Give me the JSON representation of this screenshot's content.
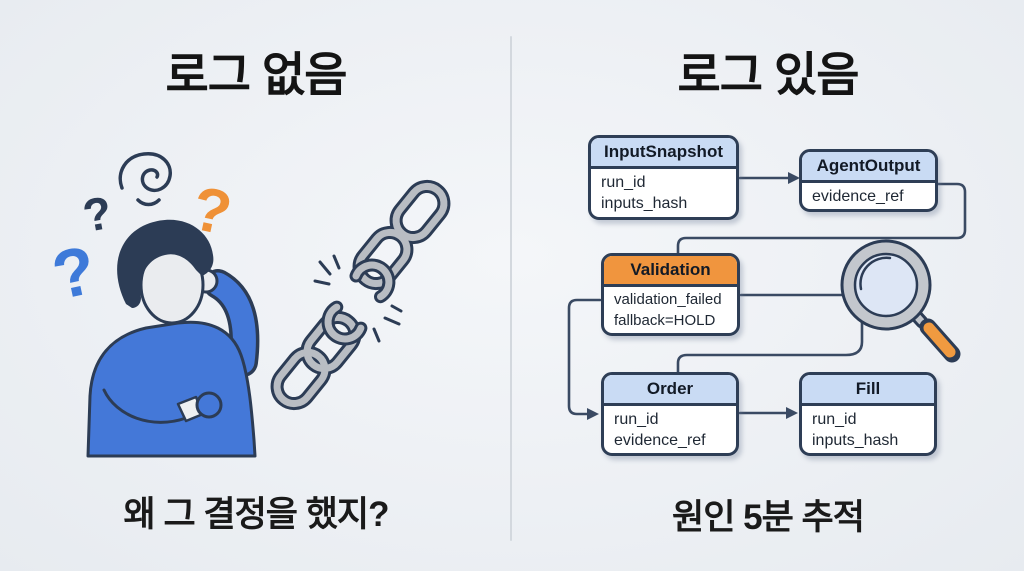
{
  "left_panel": {
    "title": "로그 없음",
    "caption": "왜 그 결정을 했지?",
    "illustrations": [
      "question-mark-navy",
      "question-mark-blue",
      "question-mark-orange",
      "confusion-spiral",
      "thinking-person",
      "broken-chain"
    ],
    "question_mark_glyph": "?"
  },
  "right_panel": {
    "title": "로그 있음",
    "caption": "원인 5분 추적",
    "illustrations": [
      "magnifying-glass"
    ],
    "boxes": [
      {
        "title": "InputSnapshot",
        "fields": [
          "run_id",
          "inputs_hash"
        ],
        "header_style": "blue"
      },
      {
        "title": "AgentOutput",
        "fields": [
          "evidence_ref"
        ],
        "header_style": "blue"
      },
      {
        "title": "Validation",
        "fields": [
          "validation_failed",
          "fallback=HOLD"
        ],
        "header_style": "orange"
      },
      {
        "title": "Order",
        "fields": [
          "run_id",
          "evidence_ref"
        ],
        "header_style": "blue"
      },
      {
        "title": "Fill",
        "fields": [
          "run_id",
          "inputs_hash"
        ],
        "header_style": "blue"
      }
    ],
    "flow_edges": [
      {
        "from": "InputSnapshot",
        "to": "AgentOutput",
        "arrow": true
      },
      {
        "from": "AgentOutput",
        "to": "Validation",
        "arrow": false
      },
      {
        "from": "Validation",
        "to": "Order",
        "via": "magnifying-glass",
        "arrow": false
      },
      {
        "from": "Validation",
        "to": "Order",
        "via": "left-loop",
        "arrow": true
      },
      {
        "from": "Order",
        "to": "Fill",
        "arrow": true
      }
    ]
  },
  "colors": {
    "background": "#edf0f4",
    "divider": "#d3d8de",
    "box_border": "#2e3e56",
    "header_blue": "#c9dbf4",
    "header_orange": "#f0953e",
    "connector": "#3a4a63",
    "person_sweater_blue": "#4478d8",
    "question_navy": "#2c3c55",
    "question_blue": "#3e7ad9",
    "question_orange": "#ef9137",
    "chain_gray": "#b9bdc3",
    "magnifier_ring_gray": "#c3c7cd",
    "magnifier_lens_blue": "#dde6f5",
    "magnifier_handle_orange": "#f09a40"
  }
}
